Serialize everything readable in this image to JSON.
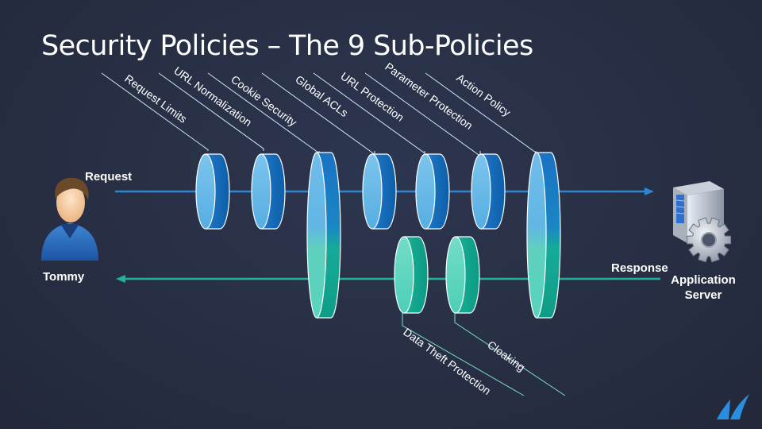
{
  "slide": {
    "title": "Security Policies – The 9 Sub-Policies"
  },
  "actors": {
    "client": "Tommy",
    "server_line1": "Application",
    "server_line2": "Server"
  },
  "flows": {
    "request": "Request",
    "response": "Response"
  },
  "request_policies": [
    "Request Limits",
    "URL Normalization",
    "Cookie Security",
    "Global ACLs",
    "URL Protection",
    "Parameter Protection",
    "Action Policy"
  ],
  "response_policies": [
    "Data Theft Protection",
    "Cloaking"
  ],
  "colors": {
    "background": "#262d41",
    "request_disc": "#4aa6e0",
    "response_disc": "#2fbfa4",
    "request_arrow": "#2f86cf",
    "response_arrow": "#20b39a",
    "text": "#ffffff",
    "logo": "#2a8ee0"
  },
  "icons": {
    "client": "user-icon",
    "server": "server-gear-icon",
    "logo": "brand-logo-icon"
  }
}
